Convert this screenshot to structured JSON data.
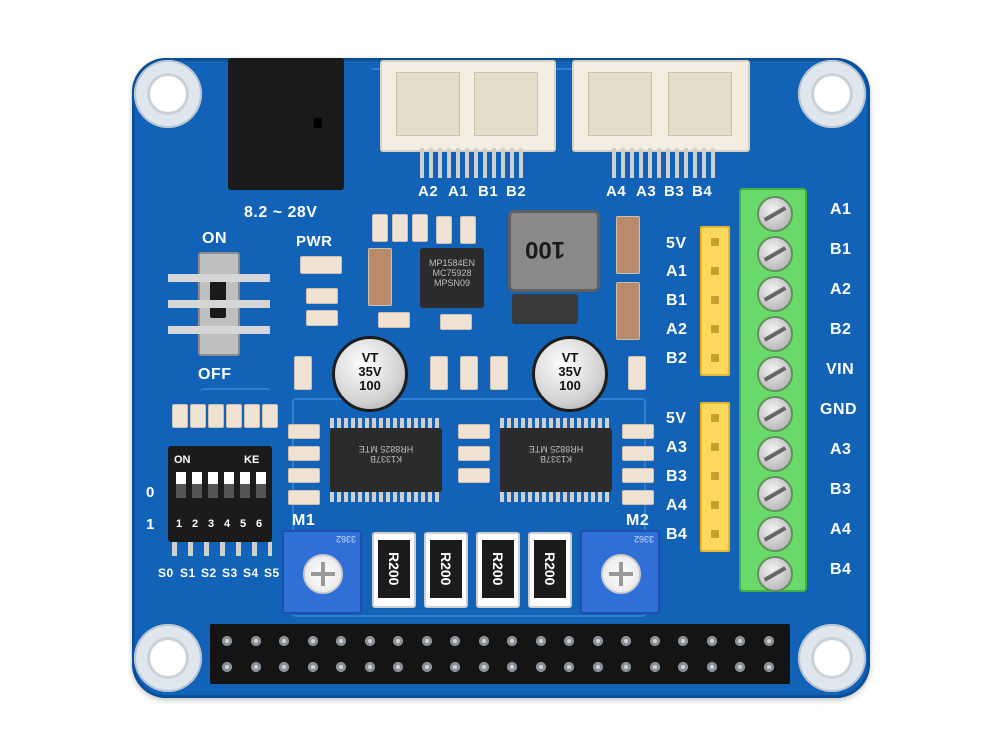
{
  "labels": {
    "power_input": "8.2 ~ 28V",
    "on": "ON",
    "off": "OFF",
    "pwr": "PWR",
    "m1": "M1",
    "m2": "M2",
    "dip_on": "ON",
    "dip_ke": "KE",
    "dip_zero": "0",
    "dip_one": "1",
    "dip_numbers": [
      "1",
      "2",
      "3",
      "4",
      "5",
      "6"
    ],
    "dip_switch_labels": [
      "S0",
      "S1",
      "S2",
      "S3",
      "S4",
      "S5"
    ],
    "connector_left": [
      "A2",
      "A1",
      "B1",
      "B2"
    ],
    "connector_right": [
      "A4",
      "A3",
      "B3",
      "B4"
    ],
    "header_top": [
      "5V",
      "A1",
      "B1",
      "A2",
      "B2"
    ],
    "header_bottom": [
      "5V",
      "A3",
      "B3",
      "A4",
      "B4"
    ],
    "terminal_labels": [
      "A1",
      "B1",
      "A2",
      "B2",
      "VIN",
      "GND",
      "A3",
      "B3",
      "A4",
      "B4"
    ]
  },
  "components": {
    "inductor": "100",
    "cap_left": [
      "VT",
      "35V",
      "100"
    ],
    "cap_right": [
      "VT",
      "35V",
      "100"
    ],
    "resistors": [
      "R200",
      "R200",
      "R200",
      "R200"
    ],
    "pot_left": "3362",
    "pot_right": "3362",
    "ic_regulator": [
      "MP1584EN",
      "MC75928",
      "MPSN09"
    ],
    "driver_left": "HR8825 MTE",
    "driver_right": "HR8825 MTE",
    "driver_code": "K1337B"
  },
  "colors": {
    "pcb": "#1263b8",
    "terminal": "#69d96a",
    "pin_header": "#ffd85c",
    "pot": "#2f6fd6"
  }
}
